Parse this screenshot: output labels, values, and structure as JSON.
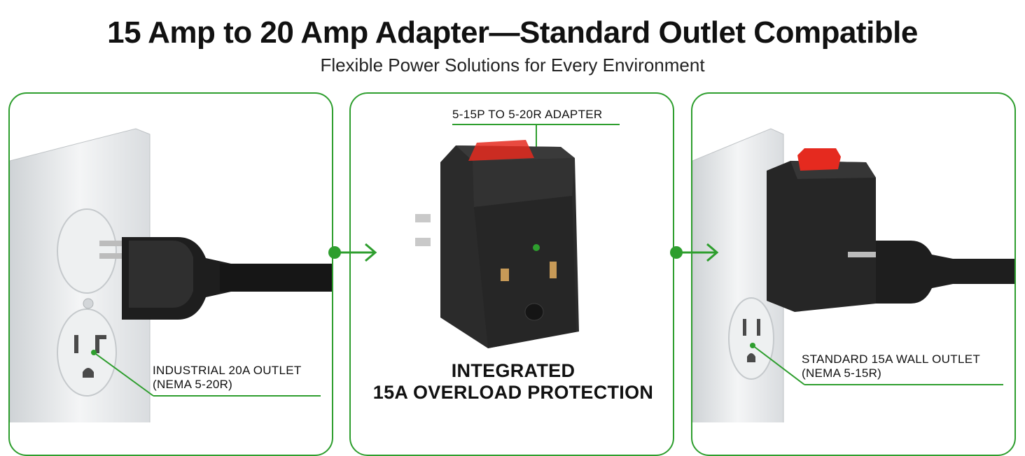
{
  "header": {
    "title": "15 Amp to 20 Amp Adapter—Standard Outlet Compatible",
    "subtitle": "Flexible Power Solutions for Every Environment"
  },
  "panels": [
    {
      "label_line1": "INDUSTRIAL 20A OUTLET",
      "label_line2": "(NEMA 5-20R)"
    },
    {
      "top_label": "5-15P TO 5-20R ADAPTER",
      "bottom_line1": "INTEGRATED",
      "bottom_line2": "15A OVERLOAD PROTECTION"
    },
    {
      "label_line1": "STANDARD 15A WALL OUTLET",
      "label_line2": "(NEMA 5-15R)"
    }
  ],
  "colors": {
    "accent_green": "#2e9e2e",
    "switch_red": "#e52a1f",
    "adapter_black": "#2b2b2b"
  },
  "icons": [
    "arrow-right-icon",
    "switch-icon"
  ]
}
